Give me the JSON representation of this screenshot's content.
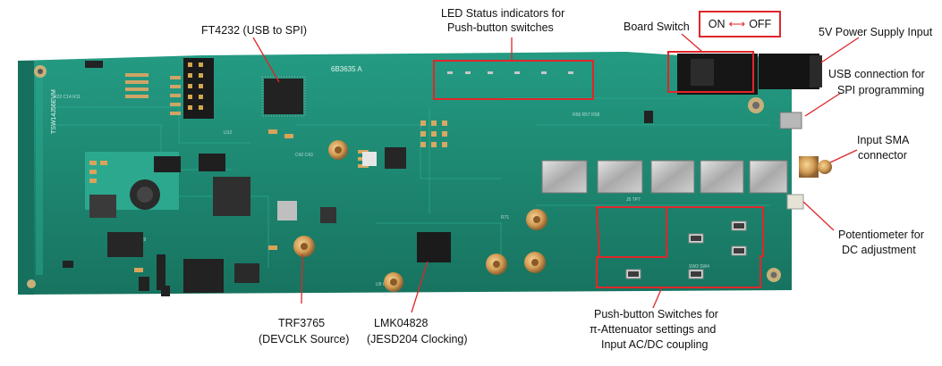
{
  "labels": {
    "ft4232": "FT4232 (USB to SPI)",
    "led_status_1": "LED Status indicators for",
    "led_status_2": "Push-button switches",
    "board_switch": "Board Switch",
    "switch_on": "ON",
    "switch_off": "OFF",
    "power_input": "5V Power Supply Input",
    "usb_1": "USB connection for",
    "usb_2": "SPI programming",
    "sma_1": "Input SMA",
    "sma_2": "connector",
    "pot_1": "Potentiometer for",
    "pot_2": "DC adjustment",
    "trf_1": "TRF3765",
    "trf_2": "(DEVCLK Source)",
    "lmk_1": "LMK04828",
    "lmk_2": "(JESD204 Clocking)",
    "pb_1": "Push-button Switches for",
    "pb_2": "π-Attenuator settings and",
    "pb_3": "Input AC/DC coupling"
  },
  "colors": {
    "pcb": "#1f8f79",
    "pcb_dark": "#15705e",
    "annotation_red": "#e0262a",
    "gold": "#d9a35a"
  }
}
